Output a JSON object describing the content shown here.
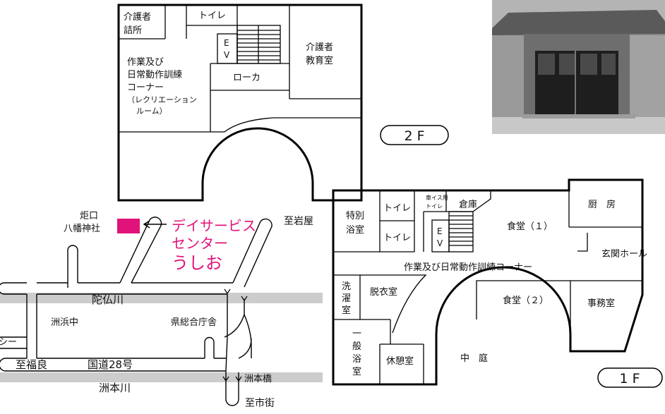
{
  "floor2": {
    "label": "2 F",
    "rooms": {
      "caregiver_station": [
        "介護者",
        "詰所"
      ],
      "toilet": "トイレ",
      "elevator": [
        "E",
        "V"
      ],
      "caregiver_classroom": [
        "介護者",
        "教育室"
      ],
      "training_corner": [
        "作業及び",
        "日常動作訓練",
        "コーナー"
      ],
      "recreation_room": [
        "（レクリエーション",
        "ルーム）"
      ],
      "corridor": "ローカ"
    }
  },
  "floor1": {
    "label": "1 F",
    "rooms": {
      "special_bath": [
        "特別",
        "浴室"
      ],
      "toilet_1": "トイレ",
      "toilet_2": "トイレ",
      "wheelchair_toilet": [
        "車イス用",
        "トイレ"
      ],
      "storage": "倉庫",
      "elevator": [
        "E",
        "V"
      ],
      "dining_1": "食堂（１）",
      "kitchen": "厨　房",
      "entrance_hall": "玄関ホール",
      "training_corner": "作業及び日常動作訓練コーナー",
      "laundry": [
        "洗",
        "濯",
        "室"
      ],
      "changing_room": "脱衣室",
      "dining_2": "食堂（２）",
      "office": "事務室",
      "general_bath": [
        "一",
        "般",
        "浴",
        "室"
      ],
      "rest_room": "休憩室",
      "courtyard": "中　庭"
    }
  },
  "area_map": {
    "facility_name": [
      "デイサービス",
      "センター",
      "うしお"
    ],
    "shrine": [
      "炬口",
      "八幡神社"
    ],
    "to_iwaya": "至岩屋",
    "river_dabutsu": "陀仏川",
    "school": "洲浜中",
    "prefectural_office": "県総合庁舎",
    "partial_left": "シー",
    "to_fukura": "至福良",
    "national_route": "国道28号",
    "river_sumoto": "洲本川",
    "bridge": "洲本橋",
    "to_city": "至市街"
  },
  "colors": {
    "accent": "#e0137a",
    "river": "#cccccc",
    "line": "#000000",
    "background": "#ffffff"
  },
  "photo": {
    "icon": "building-entrance-photo"
  }
}
